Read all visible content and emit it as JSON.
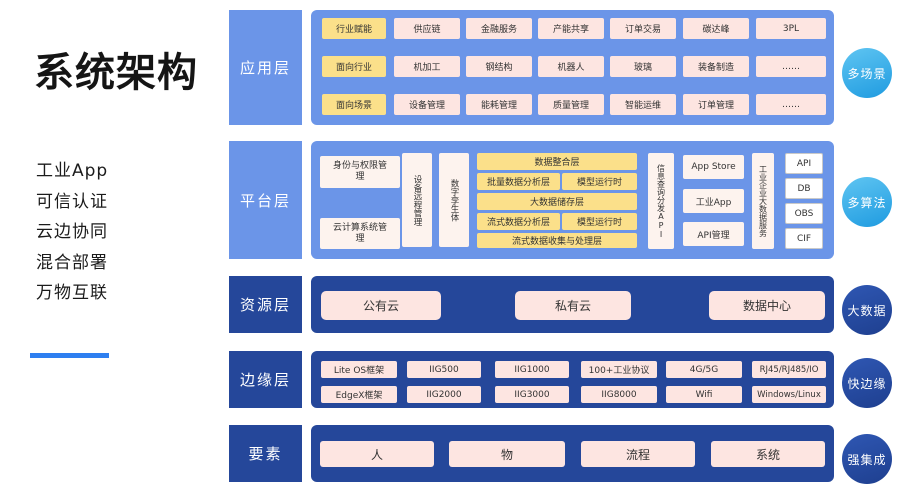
{
  "title": "系统架构",
  "features": [
    "工业App",
    "可信认证",
    "云边协同",
    "混合部署",
    "万物互联"
  ],
  "layers": {
    "app": {
      "label": "应用层",
      "bubble": "多场景",
      "rows": [
        [
          "行业赋能",
          "供应链",
          "金融服务",
          "产能共享",
          "订单交易",
          "碳达峰",
          "3PL"
        ],
        [
          "面向行业",
          "机加工",
          "钢结构",
          "机器人",
          "玻璃",
          "装备制造",
          "……"
        ],
        [
          "面向场景",
          "设备管理",
          "能耗管理",
          "质量管理",
          "智能运维",
          "订单管理",
          "……"
        ]
      ]
    },
    "platform": {
      "label": "平台层",
      "bubble": "多算法",
      "identity": "身份与权限管理",
      "cloud_mgmt": "云计算系统管理",
      "device_mgmt": "设备远程管理",
      "digital_twin": "数字孪生体",
      "data_merge": "数据整合层",
      "batch_analysis": "批量数据分析层",
      "model_runtime": "模型运行时",
      "bigdata_store": "大数据储存层",
      "stream_analysis": "流式数据分析层",
      "stream_collect": "流式数据收集与处理层",
      "info_api": "信息查询分发API",
      "app_store": "App Store",
      "industrial_app": "工业App",
      "api_mgmt": "API管理",
      "industrial_bigdata": "工业企业大数据服务",
      "right_items": [
        "API",
        "DB",
        "OBS",
        "CIF"
      ]
    },
    "resource": {
      "label": "资源层",
      "bubble": "大数据",
      "items": [
        "公有云",
        "私有云",
        "数据中心"
      ]
    },
    "edge": {
      "label": "边缘层",
      "bubble": "快边缘",
      "rows": [
        [
          "Lite OS框架",
          "IIG500",
          "IIG1000",
          "100+工业协议",
          "4G/5G",
          "RJ45/RJ485/IO"
        ],
        [
          "EdgeX框架",
          "IIG2000",
          "IIG3000",
          "IIG8000",
          "Wifi",
          "Windows/Linux"
        ]
      ]
    },
    "element": {
      "label": "要素",
      "bubble": "强集成",
      "items": [
        "人",
        "物",
        "流程",
        "系统"
      ]
    }
  }
}
